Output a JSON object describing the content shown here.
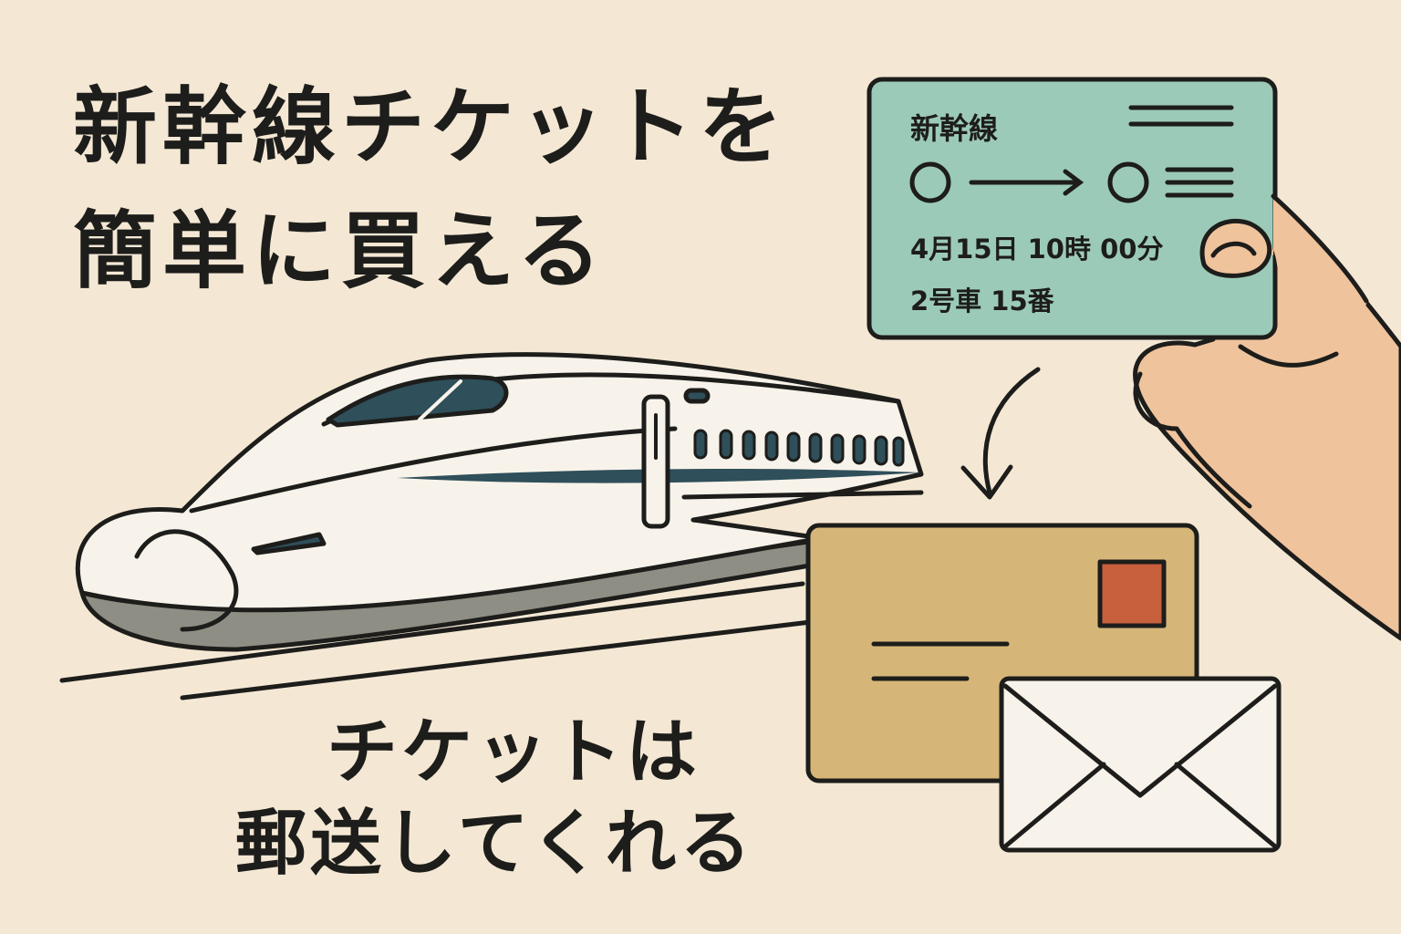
{
  "headline": {
    "line1": "新幹線チケットを",
    "line2": "簡単に買える"
  },
  "subheadline": {
    "line1": "チケットは",
    "line2": "郵送してくれる"
  },
  "ticket": {
    "title": "新幹線",
    "datetime": "4月15日 10時 00分",
    "seat": "2号車 15番"
  },
  "colors": {
    "background": "#f4e8d4",
    "ticket": "#9ccab9",
    "envelope_kraft": "#d6b678",
    "stamp": "#c8603d",
    "train_window": "#2f4f5a",
    "train_skirt": "#8f8e84",
    "hand": "#efc39c",
    "ink": "#1d1d1b"
  },
  "icons": [
    "shinkansen-train-illustration",
    "ticket-card",
    "hand",
    "arrow-down-icon",
    "kraft-envelope",
    "letter-envelope-icon",
    "stamp"
  ]
}
